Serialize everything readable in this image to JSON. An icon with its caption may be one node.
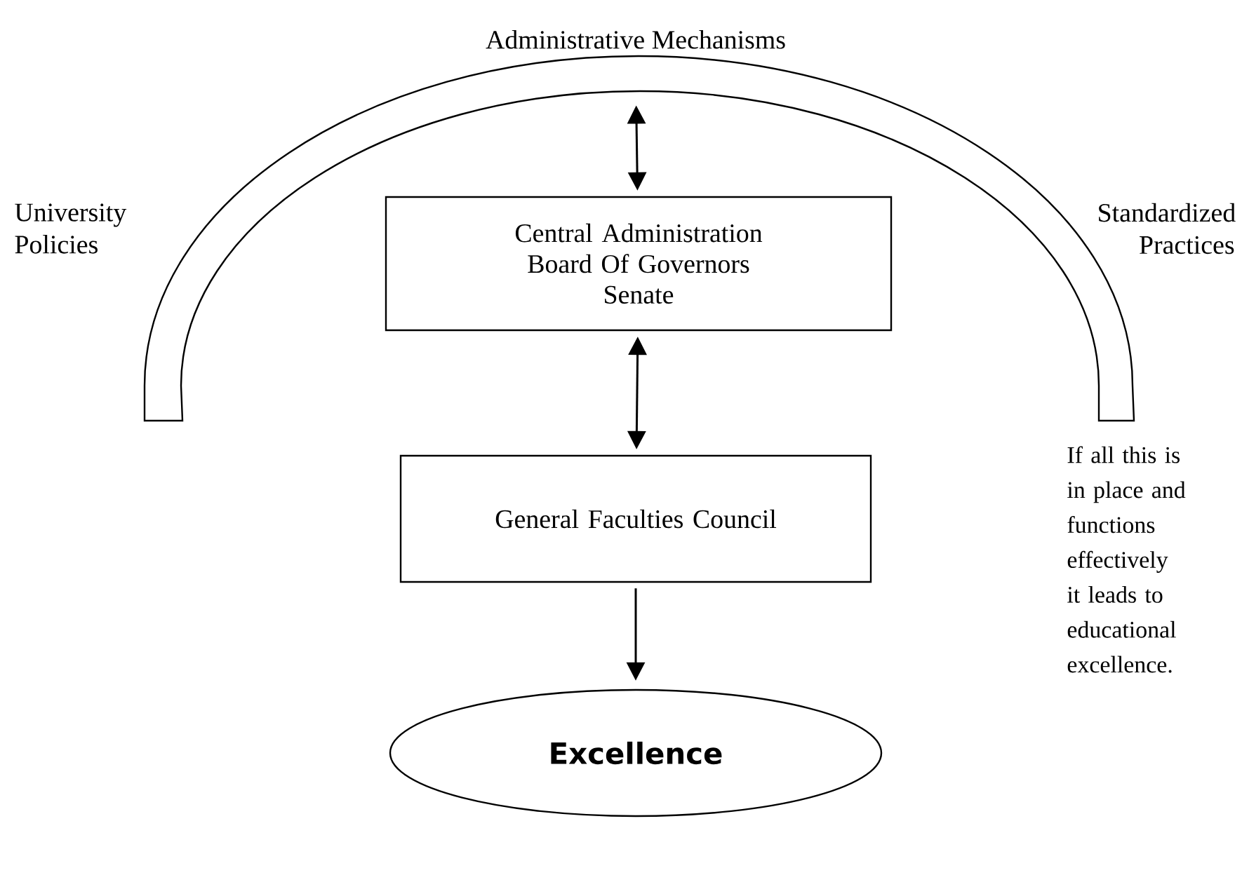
{
  "diagram": {
    "nodes": [
      {
        "text": [
          "Administrative Mechanisms"
        ],
        "beside": [
          "University Policies",
          "Standardized Practices"
        ]
      },
      {
        "text": [
          "Central Administration",
          "Board Of Governors",
          "Senate"
        ]
      },
      {
        "text": [
          "General Faculties Council"
        ]
      },
      {
        "text": [
          "Excellence"
        ]
      }
    ],
    "edges": [
      {
        "from": 0,
        "to": 1,
        "arrow": "both"
      },
      {
        "from": 1,
        "to": 2,
        "arrow": "both"
      },
      {
        "from": 2,
        "to": 3,
        "arrow": "to"
      }
    ],
    "labels": [
      "If all this is in place and functions effectively it leads to educational excellence."
    ]
  }
}
